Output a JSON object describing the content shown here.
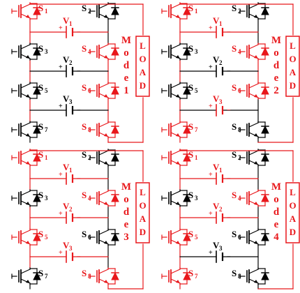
{
  "colors": {
    "active": "#e8171b",
    "idle": "#000000"
  },
  "glyphs": {
    "plus": "+",
    "minus": "−"
  },
  "load_letters": [
    "L",
    "O",
    "A",
    "D"
  ],
  "panels": [
    {
      "mode_letters": [
        "M",
        "o",
        "d",
        "e",
        "1"
      ],
      "sources": [
        {
          "prefix": "V",
          "sub": "1",
          "active": true
        },
        {
          "prefix": "V",
          "sub": "2",
          "active": false
        },
        {
          "prefix": "V",
          "sub": "3",
          "active": false
        }
      ],
      "switches": [
        {
          "prefix": "S",
          "sub": "1",
          "active": true
        },
        {
          "prefix": "S",
          "sub": "2",
          "active": false
        },
        {
          "prefix": "S",
          "sub": "3",
          "active": false
        },
        {
          "prefix": "S",
          "sub": "4",
          "active": true
        },
        {
          "prefix": "S",
          "sub": "5",
          "active": false
        },
        {
          "prefix": "S",
          "sub": "6",
          "active": true
        },
        {
          "prefix": "S",
          "sub": "7",
          "active": false
        },
        {
          "prefix": "S",
          "sub": "8",
          "active": true
        }
      ],
      "rungs": [
        true,
        true,
        true,
        true
      ],
      "rails": [
        true,
        true,
        true,
        true
      ]
    },
    {
      "mode_letters": [
        "M",
        "o",
        "d",
        "e",
        "2"
      ],
      "sources": [
        {
          "prefix": "V",
          "sub": "1",
          "active": true
        },
        {
          "prefix": "V",
          "sub": "2",
          "active": false
        },
        {
          "prefix": "V",
          "sub": "3",
          "active": true
        }
      ],
      "switches": [
        {
          "prefix": "S",
          "sub": "1",
          "active": true
        },
        {
          "prefix": "S",
          "sub": "2",
          "active": false
        },
        {
          "prefix": "S",
          "sub": "3",
          "active": false
        },
        {
          "prefix": "S",
          "sub": "4",
          "active": true
        },
        {
          "prefix": "S",
          "sub": "5",
          "active": false
        },
        {
          "prefix": "S",
          "sub": "6",
          "active": true
        },
        {
          "prefix": "S",
          "sub": "7",
          "active": true
        },
        {
          "prefix": "S",
          "sub": "8",
          "active": false
        }
      ],
      "rungs": [
        true,
        true,
        false,
        true
      ],
      "rails": [
        true,
        true,
        true,
        false
      ]
    },
    {
      "mode_letters": [
        "M",
        "o",
        "d",
        "e",
        "3"
      ],
      "sources": [
        {
          "prefix": "V",
          "sub": "1",
          "active": true
        },
        {
          "prefix": "V",
          "sub": "2",
          "active": true
        },
        {
          "prefix": "V",
          "sub": "3",
          "active": true
        }
      ],
      "switches": [
        {
          "prefix": "S",
          "sub": "1",
          "active": true
        },
        {
          "prefix": "S",
          "sub": "2",
          "active": false
        },
        {
          "prefix": "S",
          "sub": "3",
          "active": false
        },
        {
          "prefix": "S",
          "sub": "4",
          "active": true
        },
        {
          "prefix": "S",
          "sub": "5",
          "active": true
        },
        {
          "prefix": "S",
          "sub": "6",
          "active": false
        },
        {
          "prefix": "S",
          "sub": "7",
          "active": false
        },
        {
          "prefix": "S",
          "sub": "8",
          "active": true
        }
      ],
      "rungs": [
        true,
        true,
        true,
        true
      ],
      "rails": [
        true,
        true,
        true,
        true
      ]
    },
    {
      "mode_letters": [
        "M",
        "o",
        "d",
        "e",
        "4"
      ],
      "sources": [
        {
          "prefix": "V",
          "sub": "1",
          "active": true
        },
        {
          "prefix": "V",
          "sub": "2",
          "active": true
        },
        {
          "prefix": "V",
          "sub": "3",
          "active": false
        }
      ],
      "switches": [
        {
          "prefix": "S",
          "sub": "1",
          "active": true
        },
        {
          "prefix": "S",
          "sub": "2",
          "active": false
        },
        {
          "prefix": "S",
          "sub": "3",
          "active": false
        },
        {
          "prefix": "S",
          "sub": "4",
          "active": true
        },
        {
          "prefix": "S",
          "sub": "5",
          "active": true
        },
        {
          "prefix": "S",
          "sub": "6",
          "active": false
        },
        {
          "prefix": "S",
          "sub": "7",
          "active": true
        },
        {
          "prefix": "S",
          "sub": "8",
          "active": false
        }
      ],
      "rungs": [
        true,
        true,
        true,
        false
      ],
      "rails": [
        true,
        true,
        true,
        true
      ]
    }
  ]
}
